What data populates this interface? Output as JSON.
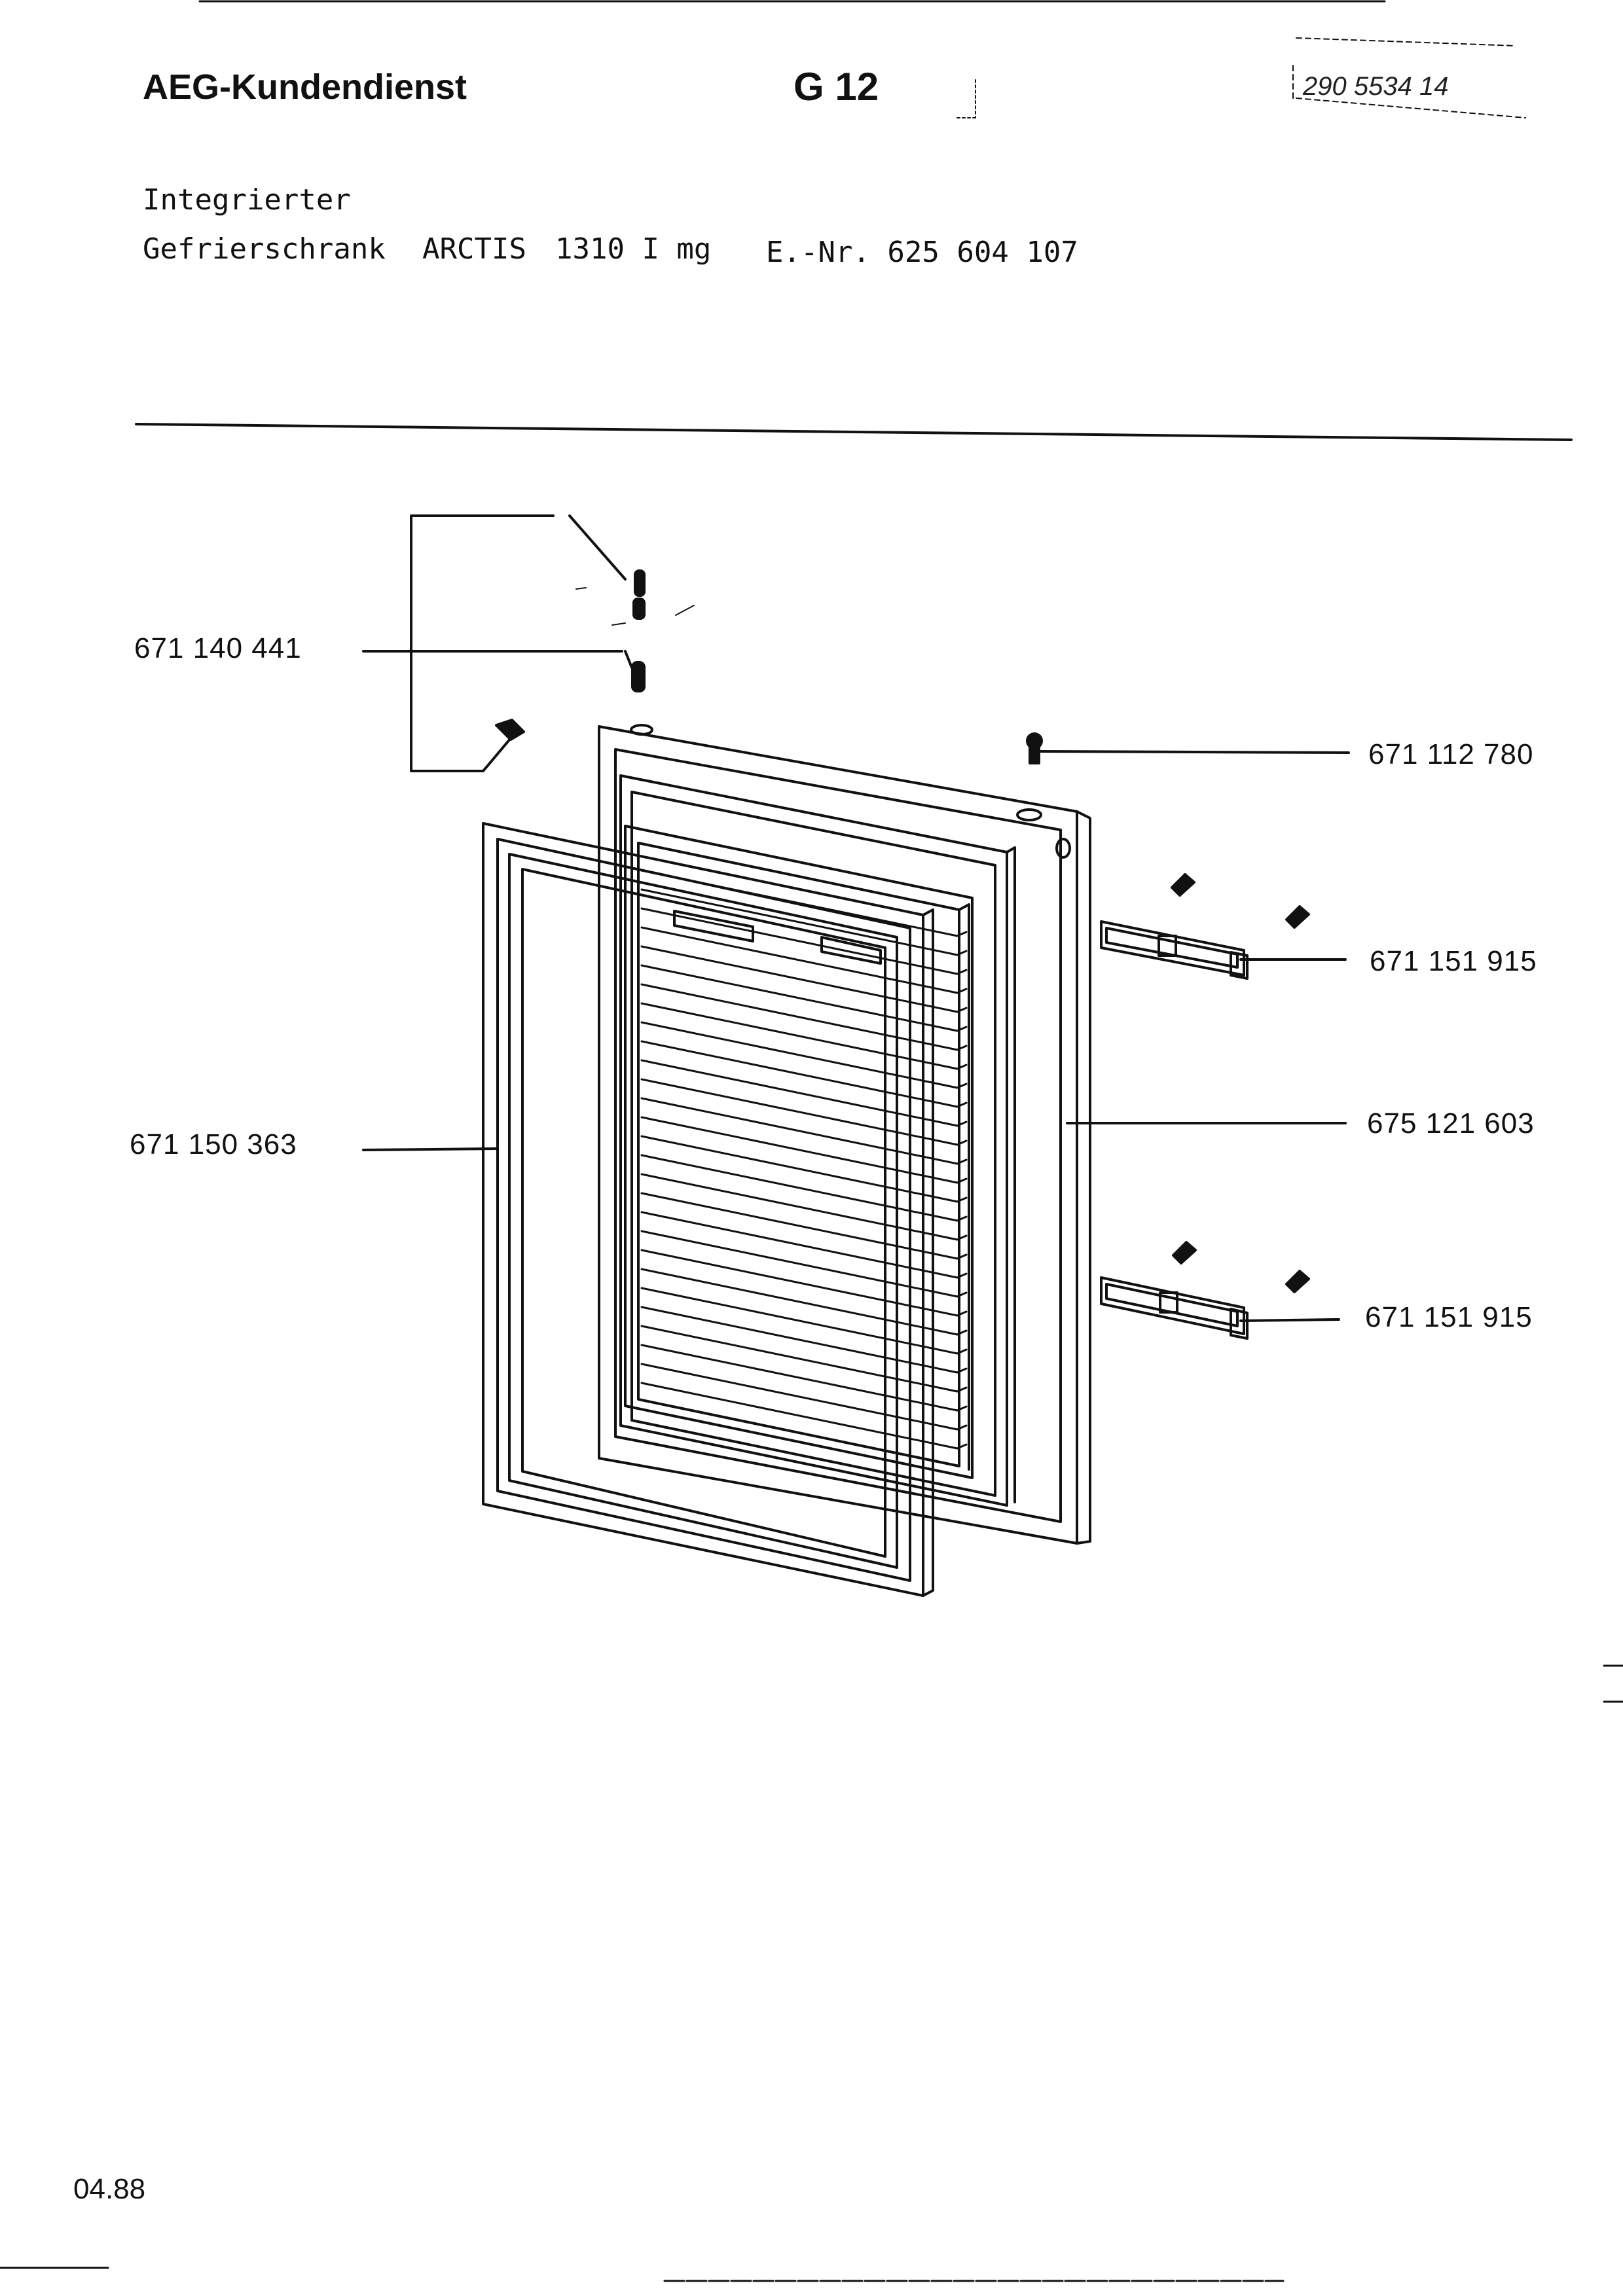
{
  "header": {
    "brand": "AEG-Kundendienst",
    "page_code": "G 12",
    "document_number": "290 5534 14"
  },
  "product": {
    "line1": "Integrierter",
    "line2_type": "Gefrierschrank",
    "line2_model": "ARCTIS",
    "line2_variant": "1310 I mg",
    "line2_enr": "E.-Nr. 625 604 107"
  },
  "parts": [
    {
      "label": "671 140 441",
      "name": "hinge-pin-set"
    },
    {
      "label": "671 112 780",
      "name": "screw"
    },
    {
      "label": "671 151 915",
      "name": "door-bracket-upper"
    },
    {
      "label": "675 121 603",
      "name": "door-panel"
    },
    {
      "label": "671 151 915",
      "name": "door-bracket-lower"
    },
    {
      "label": "671 150 363",
      "name": "door-gasket"
    }
  ],
  "footer": {
    "date": "04.88"
  }
}
